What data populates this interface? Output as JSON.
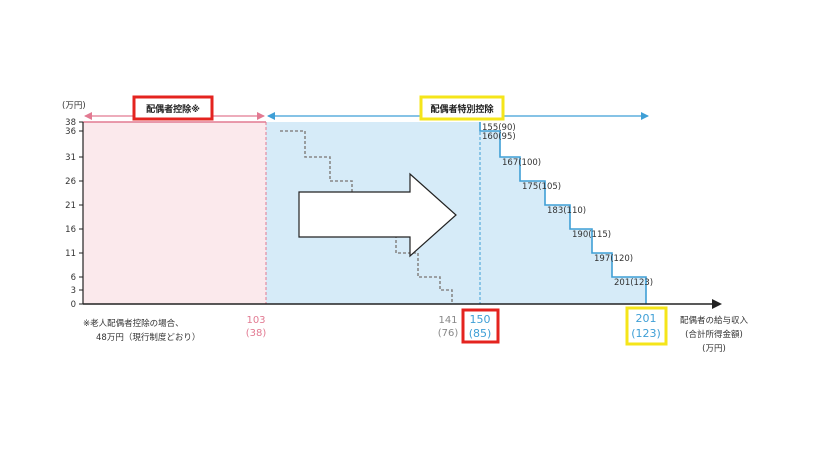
{
  "chart_data": {
    "type": "area",
    "y_unit": "(万円)",
    "x_label_lines": [
      "配偶者の給与収入",
      "(合計所得金額)",
      "(万円)"
    ],
    "ylim": [
      0,
      38
    ],
    "y_ticks": [
      "0",
      "3",
      "6",
      "11",
      "16",
      "21",
      "26",
      "31",
      "36",
      "38"
    ],
    "y_tick_values": [
      0,
      3,
      6,
      11,
      16,
      21,
      26,
      31,
      36,
      38
    ],
    "xlim": [
      70,
      230
    ],
    "spouse_deduction": {
      "label": "配偶者控除※",
      "x_range": [
        70,
        103
      ],
      "value": 38
    },
    "special_deduction": {
      "label": "配偶者特別控除",
      "x_range": [
        103,
        201
      ],
      "steps": [
        {
          "x": 150,
          "y": 38
        },
        {
          "x": 155,
          "y": 36
        },
        {
          "x": 160,
          "y": 31
        },
        {
          "x": 167,
          "y": 26
        },
        {
          "x": 175,
          "y": 21
        },
        {
          "x": 183,
          "y": 16
        },
        {
          "x": 190,
          "y": 11
        },
        {
          "x": 197,
          "y": 6
        },
        {
          "x": 201,
          "y": 3
        }
      ]
    },
    "old_special_deduction_steps": [
      {
        "x": 103,
        "y": 38
      },
      {
        "x": 105,
        "y": 36
      },
      {
        "x": 110,
        "y": 31
      },
      {
        "x": 115,
        "y": 26
      },
      {
        "x": 120,
        "y": 21
      },
      {
        "x": 125,
        "y": 16
      },
      {
        "x": 130,
        "y": 11
      },
      {
        "x": 135,
        "y": 6
      },
      {
        "x": 140,
        "y": 3
      },
      {
        "x": 141,
        "y": 0
      }
    ],
    "step_labels": [
      "155(90)",
      "160(95)",
      "167(100)",
      "175(105)",
      "183(110)",
      "190(115)",
      "197(120)",
      "201(123)"
    ],
    "x_markers": [
      {
        "x": 103,
        "line1": "103",
        "line2": "(38)",
        "style": "pink"
      },
      {
        "x": 141,
        "line1": "141",
        "line2": "(76)",
        "style": "gray"
      },
      {
        "x": 150,
        "line1": "150",
        "line2": "(85)",
        "style": "blue",
        "box": "red"
      },
      {
        "x": 201,
        "line1": "201",
        "line2": "(123)",
        "style": "blue",
        "box": "yellow"
      }
    ],
    "footnote_lines": [
      "※老人配偶者控除の場合、",
      "48万円（現行制度どおり）"
    ],
    "colors": {
      "pink_fill": "#fbe9ec",
      "pink_line": "#e27a92",
      "blue_fill": "#d6ebf8",
      "blue_line": "#3f9fd6",
      "highlight_red": "#e4231f",
      "highlight_yellow": "#f5e51a",
      "old_step_line": "#888888"
    }
  }
}
